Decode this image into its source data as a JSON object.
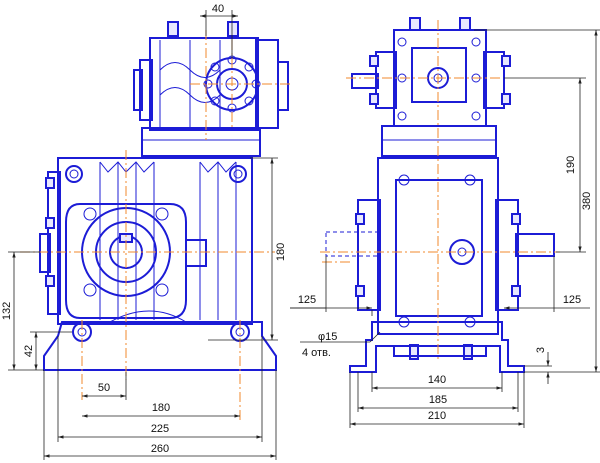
{
  "palette": {
    "outline": "#1c1cd6",
    "axis": "#f08a2c",
    "dimension": "#222222",
    "background": "#ffffff"
  },
  "front_view": {
    "dims": {
      "top_offset": "40",
      "height_180": "180",
      "height_132": "132",
      "height_42": "42",
      "width_50": "50",
      "width_180": "180",
      "width_225": "225",
      "width_260": "260"
    }
  },
  "side_view": {
    "dims": {
      "height_190": "190",
      "height_380": "380",
      "left_shaft_125": "125",
      "right_shaft_125": "125",
      "hole_diameter": "φ15",
      "hole_count": "4 отв.",
      "thickness_3": "3",
      "width_140": "140",
      "width_185": "185",
      "width_210": "210"
    }
  }
}
